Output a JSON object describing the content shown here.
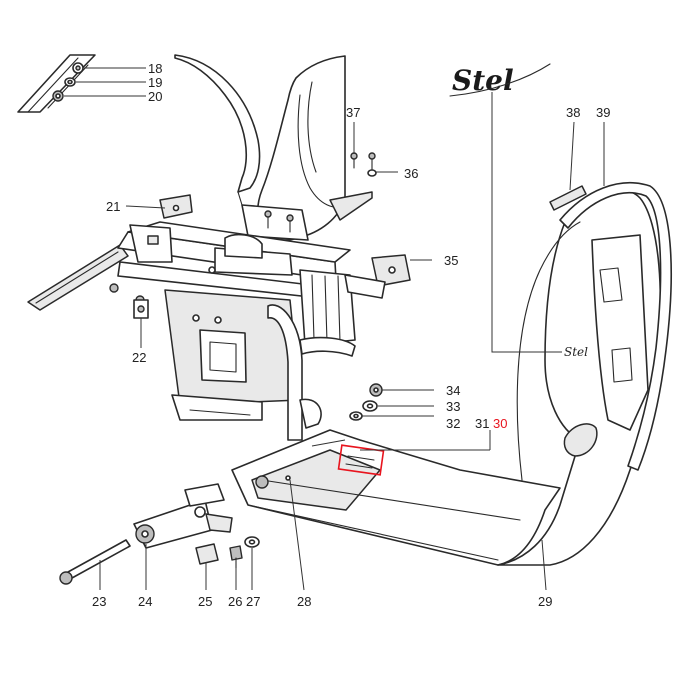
{
  "logo": {
    "text": "Stel"
  },
  "decal_text": "Stel",
  "highlight_color": "#e8141e",
  "callouts": [
    {
      "num": "18"
    },
    {
      "num": "19"
    },
    {
      "num": "20"
    },
    {
      "num": "21"
    },
    {
      "num": "22"
    },
    {
      "num": "23"
    },
    {
      "num": "24"
    },
    {
      "num": "25"
    },
    {
      "num": "26"
    },
    {
      "num": "27"
    },
    {
      "num": "28"
    },
    {
      "num": "29"
    },
    {
      "num": "30",
      "highlight": true
    },
    {
      "num": "31"
    },
    {
      "num": "32"
    },
    {
      "num": "33"
    },
    {
      "num": "34"
    },
    {
      "num": "35"
    },
    {
      "num": "36"
    },
    {
      "num": "37"
    },
    {
      "num": "38"
    },
    {
      "num": "39"
    }
  ]
}
